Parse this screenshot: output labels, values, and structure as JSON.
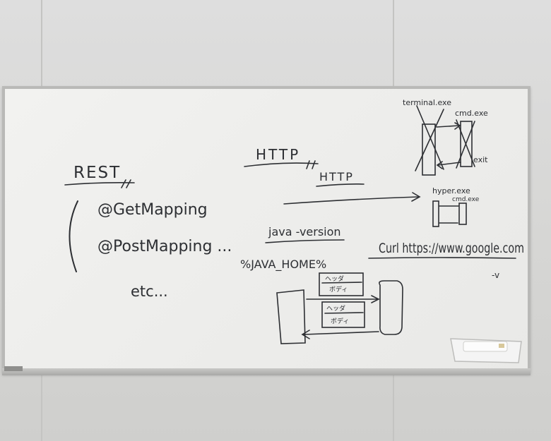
{
  "whiteboard": {
    "rest_heading": "REST",
    "annotations": [
      "@GetMapping",
      "@PostMapping ...",
      "etc..."
    ],
    "http_top": "HTTP",
    "http_mid": "HTTP",
    "java_cmd": "java -version",
    "java_home": "%JAVA_HOME%",
    "curl_cmd": "Curl https://www.google.com",
    "curl_suffix": "-v",
    "terminal_label": "terminal.exe",
    "cmd_label": "cmd.exe",
    "exit_label": "exit",
    "hyper_label": "hyper.exe",
    "hyper_cmd_label": "cmd.exe",
    "packet_header": "ヘッダ",
    "packet_body": "ボディ"
  },
  "colors": {
    "ink": "#2d2f33",
    "board": "#efefed",
    "wall": "#d8d8d6",
    "frame": "#b9b9b7"
  }
}
